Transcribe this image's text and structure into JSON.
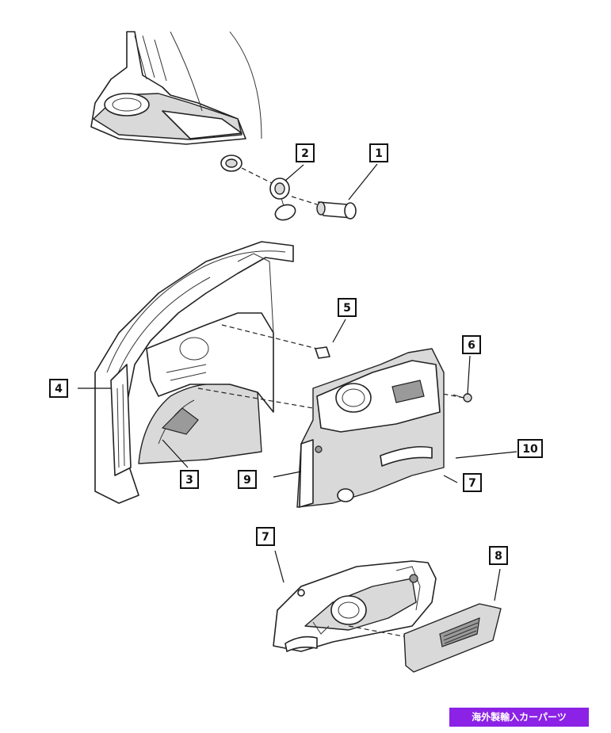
{
  "callouts": [
    {
      "id": "1",
      "label": "1"
    },
    {
      "id": "2",
      "label": "2"
    },
    {
      "id": "3",
      "label": "3"
    },
    {
      "id": "4",
      "label": "4"
    },
    {
      "id": "5",
      "label": "5"
    },
    {
      "id": "6",
      "label": "6"
    },
    {
      "id": "7a",
      "label": "7"
    },
    {
      "id": "7b",
      "label": "7"
    },
    {
      "id": "8",
      "label": "8"
    },
    {
      "id": "9",
      "label": "9"
    },
    {
      "id": "10",
      "label": "10"
    }
  ],
  "watermark": {
    "text": "海外製輸入カーパーツ",
    "background": "#8b22e6",
    "color": "#ffffff"
  },
  "colors": {
    "line": "#111111",
    "fill_gray": "#d9d9d9",
    "fill_dark": "#9a9a9a"
  }
}
